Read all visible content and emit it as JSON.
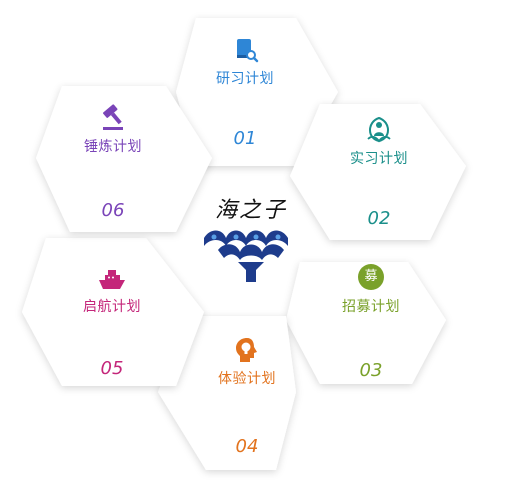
{
  "segments": [
    {
      "id": "yanxi",
      "label": "研习计划",
      "number": "01",
      "color": "#2e86d6",
      "icon": "book-search-icon"
    },
    {
      "id": "shixi",
      "label": "实习计划",
      "number": "02",
      "color": "#1a8f8a",
      "icon": "people-leaf-icon"
    },
    {
      "id": "zhaomu",
      "label": "招募计划",
      "number": "03",
      "color": "#7aa12a",
      "icon": "recruit-badge-icon",
      "icon_text": "募"
    },
    {
      "id": "tiyan",
      "label": "体验计划",
      "number": "04",
      "color": "#e2731e",
      "icon": "head-bulb-icon"
    },
    {
      "id": "qihang",
      "label": "启航计划",
      "number": "05",
      "color": "#c4267a",
      "icon": "ship-icon"
    },
    {
      "id": "duanlian",
      "label": "锤炼计划",
      "number": "06",
      "color": "#7a44b8",
      "icon": "gavel-icon"
    }
  ],
  "logo": {
    "calligraphy": "海之子",
    "color": "#1e3c8c",
    "icon": "wave-pattern-icon"
  }
}
